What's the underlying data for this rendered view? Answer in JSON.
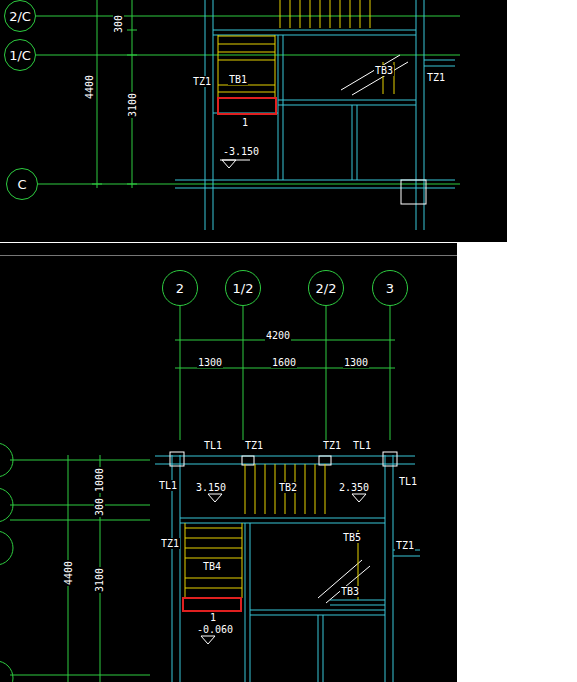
{
  "diagram": {
    "nodes": [
      {
        "text": [
          "2/C"
        ]
      },
      {
        "text": [
          "1/C"
        ]
      },
      {
        "text": [
          "C"
        ]
      },
      {
        "text": [
          "2"
        ]
      },
      {
        "text": [
          "1/2"
        ]
      },
      {
        "text": [
          "2/2"
        ]
      },
      {
        "text": [
          "3"
        ]
      }
    ],
    "labels": [
      "300",
      "4400",
      "3100",
      "TZ1",
      "TB1",
      "TB3",
      "TZ1",
      "1",
      "-3.150",
      "4200",
      "1300",
      "1600",
      "1300",
      "TL1",
      "TZ1",
      "TZ1",
      "TL1",
      "TL1",
      "3.150",
      "TB2",
      "2.350",
      "TL1",
      "1000",
      "300",
      "4400",
      "3100",
      "TZ1",
      "TB5",
      "TZ1",
      "TB4",
      "TB3",
      "-0.060",
      "1"
    ]
  }
}
